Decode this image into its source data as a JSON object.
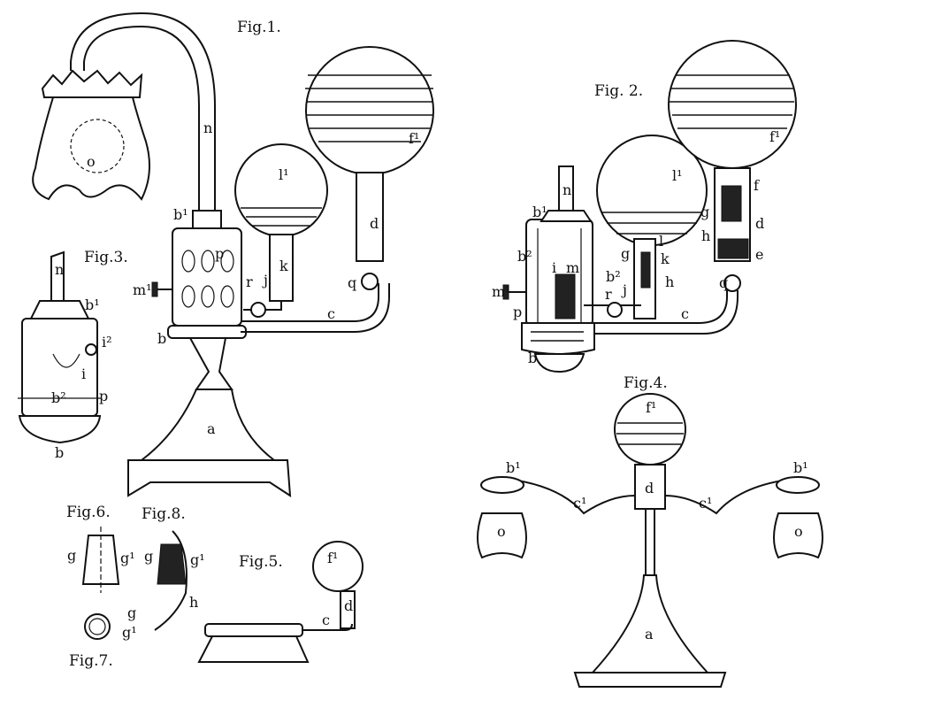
{
  "figures": {
    "fig1": "Fig.1.",
    "fig2": "Fig. 2.",
    "fig3": "Fig.3.",
    "fig4": "Fig.4.",
    "fig5": "Fig.5.",
    "fig6": "Fig.6.",
    "fig7": "Fig.7.",
    "fig8": "Fig.8."
  },
  "fig1_labels": [
    "n",
    "o",
    "b¹",
    "p",
    "m¹",
    "r",
    "j",
    "k",
    "d",
    "f¹",
    "l¹",
    "q",
    "c",
    "b",
    "a"
  ],
  "fig2_labels": [
    "n",
    "b¹",
    "l¹",
    "f¹",
    "b²",
    "i",
    "m",
    "b²",
    "g",
    "l",
    "k",
    "h",
    "f",
    "g",
    "d",
    "h",
    "e",
    "q",
    "m¹",
    "p",
    "r",
    "j",
    "c",
    "b"
  ],
  "fig3_labels": [
    "n",
    "b¹",
    "i²",
    "i",
    "b²",
    "p",
    "b"
  ],
  "fig4_labels": [
    "f¹",
    "b¹",
    "b¹",
    "c¹",
    "c¹",
    "d",
    "o",
    "o",
    "a"
  ],
  "fig5_labels": [
    "f¹",
    "c",
    "d"
  ],
  "fig6_labels": [
    "g",
    "g¹"
  ],
  "fig7_labels": [
    "g",
    "g¹"
  ],
  "fig8_labels": [
    "g",
    "g¹",
    "h"
  ]
}
